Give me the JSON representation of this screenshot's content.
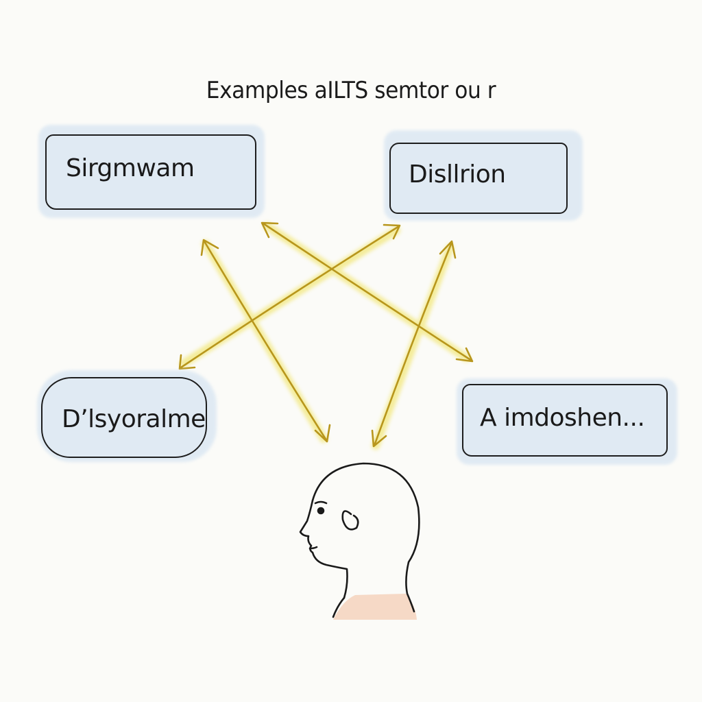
{
  "title": "Examples aILTS semtor ou r",
  "nodes": {
    "top_left": "Sirgmwam",
    "top_right": "Disllrion",
    "bottom_left": "D’lsyoralme",
    "bottom_right": "A imdoshen..."
  },
  "colors": {
    "background": "#fbfbf8",
    "box_fill": "#dce8f3",
    "outline": "#1d1d1d",
    "arrow": "#b8961c",
    "arrow_highlight": "#f2e77a",
    "skin_shirt": "#f6d9c6"
  },
  "icons": {
    "arrow_head": "arrowhead",
    "person": "person-head-icon"
  }
}
